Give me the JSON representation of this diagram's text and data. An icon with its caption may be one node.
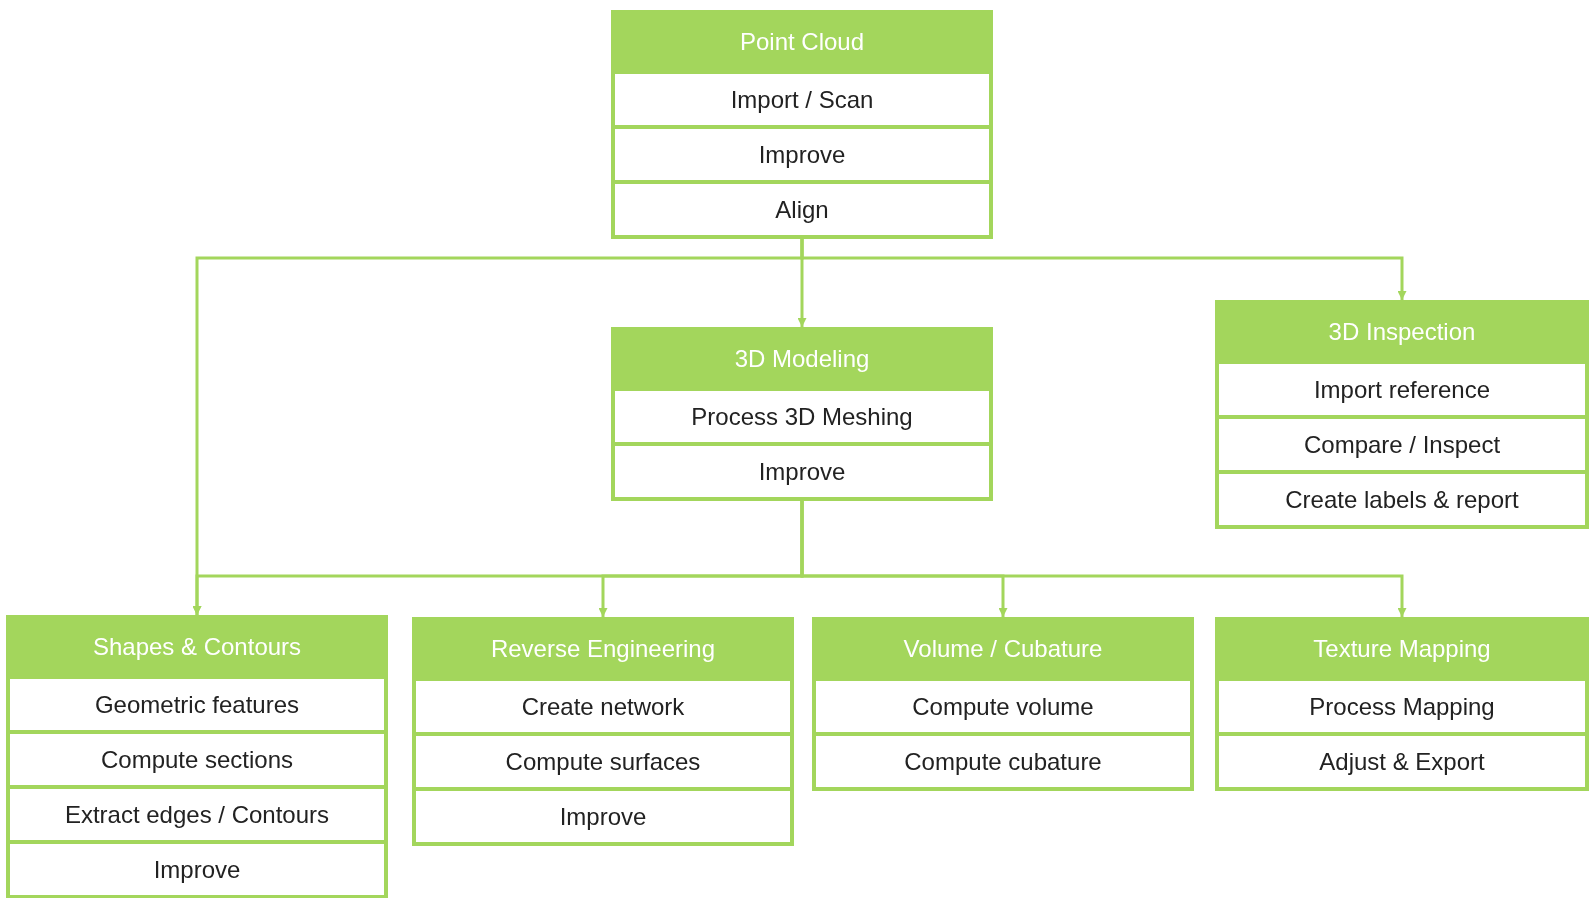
{
  "diagram": {
    "nodes": [
      {
        "text": [
          "Point Cloud",
          "Import / Scan",
          "Improve",
          "Align"
        ]
      },
      {
        "text": [
          "3D Modeling",
          "Process 3D Meshing",
          "Improve"
        ]
      },
      {
        "text": [
          "3D Inspection",
          "Import reference",
          "Compare / Inspect",
          "Create labels & report"
        ]
      },
      {
        "text": [
          "Shapes & Contours",
          "Geometric features",
          "Compute sections",
          "Extract edges / Contours",
          "Improve"
        ]
      },
      {
        "text": [
          "Reverse Engineering",
          "Create network",
          "Compute surfaces",
          "Improve"
        ]
      },
      {
        "text": [
          "Volume / Cubature",
          "Compute volume",
          "Compute cubature"
        ]
      },
      {
        "text": [
          "Texture Mapping",
          "Process Mapping",
          "Adjust & Export"
        ]
      }
    ],
    "edges": [
      {
        "from": 0,
        "to": 1,
        "arrow": "to"
      },
      {
        "from": 0,
        "to": 2,
        "arrow": "to"
      },
      {
        "from": 0,
        "to": 3,
        "arrow": "to"
      },
      {
        "from": 1,
        "to": 3,
        "arrow": "to"
      },
      {
        "from": 1,
        "to": 4,
        "arrow": "to"
      },
      {
        "from": 1,
        "to": 5,
        "arrow": "to"
      },
      {
        "from": 1,
        "to": 6,
        "arrow": "to"
      }
    ]
  }
}
